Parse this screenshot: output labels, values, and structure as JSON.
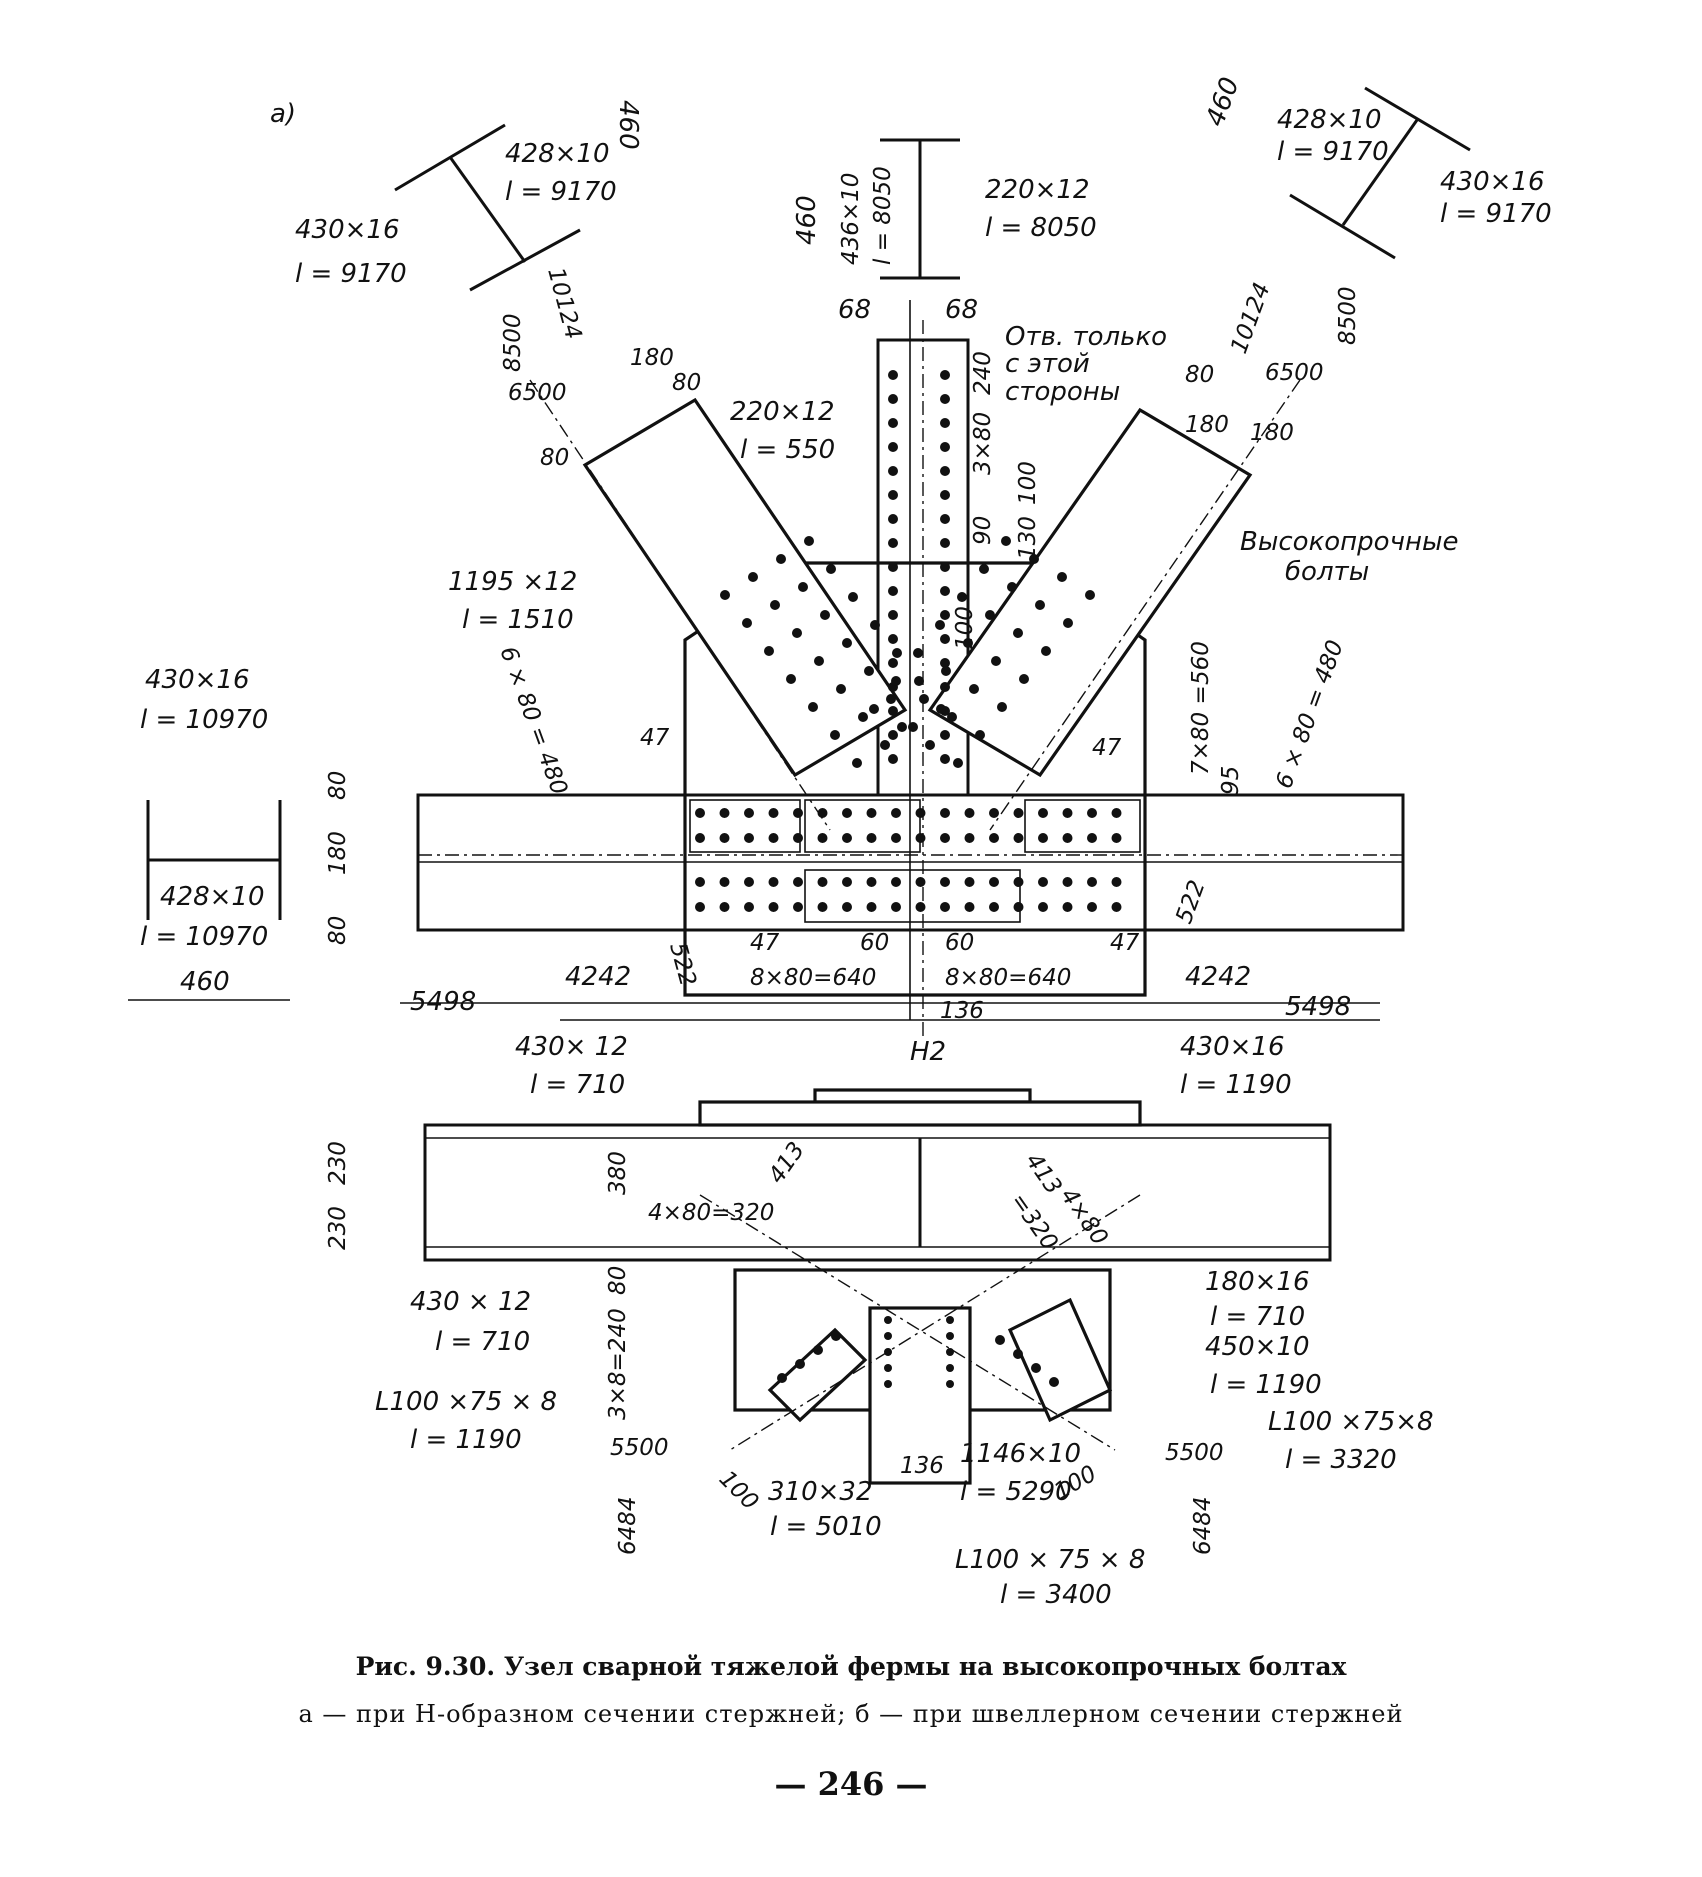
{
  "figure": {
    "panel_label": "а)",
    "caption_title": "Рис. 9.30. Узел сварной тяжелой фермы на высокопрочных болтах",
    "caption_sub": "а — при Н-образном сечении стержней; б — при швеллерном сечении стержней",
    "page_number": "— 246 —"
  },
  "labels": {
    "sec_left_dim": "460",
    "sec_left_web": "428×10",
    "sec_left_web_l": "l = 9170",
    "sec_left_flange": "430×16",
    "sec_left_flange_l": "l = 9170",
    "sec_left_10124": "10124",
    "sec_left_8500": "8500",
    "sec_left_6500": "6500",
    "sec_mid_460": "460",
    "sec_mid_web": "436×10",
    "sec_mid_web_l": "l = 8050",
    "sec_mid_flange": "220×12",
    "sec_mid_flange_l": "l = 8050",
    "sec_mid_68a": "68",
    "sec_mid_68b": "68",
    "sec_right_dim": "460",
    "sec_right_web": "428×10",
    "sec_right_web_l": "l = 9170",
    "sec_right_flange": "430×16",
    "sec_right_flange_l": "l = 9170",
    "sec_right_10124": "10124",
    "sec_right_8500": "8500",
    "sec_right_6500": "6500",
    "note_holes_1": "Отв. только",
    "note_holes_2": "с этой",
    "note_holes_3": "стороны",
    "note_hsb_1": "Высокопрочные",
    "note_hsb_2": "болты",
    "d_240": "240",
    "d_3x80": "3×80",
    "d_100a": "100",
    "d_130": "130",
    "d_90": "90",
    "d_100b": "100",
    "d_180l": "180",
    "d_80l": "80",
    "d_80l2": "80",
    "d_80r": "80",
    "d_180r": "180",
    "d_180r2": "180",
    "pl_220_12": "220×12",
    "pl_220_12_l": "l = 550",
    "pl_1195": "1195 ×12",
    "pl_1195_l": "l = 1510",
    "d_6x80_480l": "6 × 80 = 480",
    "d_6x80_480r": "6 × 80 = 480",
    "d_560": "560",
    "d_7x80": "7×80 =",
    "d_95": "95",
    "d_47a": "47",
    "d_47b": "47",
    "d_47c": "47",
    "d_47d": "47",
    "chord_sec_flange": "430×16",
    "chord_sec_flange_l": "l = 10970",
    "chord_sec_web": "428×10",
    "chord_sec_web_l": "l = 10970",
    "chord_sec_460": "460",
    "d_80c1": "80",
    "d_180c": "180",
    "d_80c2": "80",
    "d_522l": "522",
    "d_522r": "522",
    "d_60l": "60",
    "d_60r": "60",
    "d_8x80l": "8×80=640",
    "d_8x80r": "8×80=640",
    "d_4242l": "4242",
    "d_4242r": "4242",
    "d_5498l": "5498",
    "d_5498r": "5498",
    "d_136a": "136",
    "node_h2": "Н2",
    "b_430_12": "430× 12",
    "b_430_12_l": "l = 710",
    "b_430_16": "430×16",
    "b_430_16_l": "l = 1190",
    "b_230a": "230",
    "b_230b": "230",
    "b_380": "380",
    "b_413a": "413",
    "b_413b": "413",
    "b_4x80l": "4×80=320",
    "b_4x80r": "4×80",
    "b_320r": "=320",
    "b_430_12b": "430 × 12",
    "b_430_12b_l": "l = 710",
    "b_80": "80",
    "b_3x8_240": "3×8=240",
    "b_180_16": "180×16",
    "b_180_16_l": "l = 710",
    "b_450_10": "450×10",
    "b_450_10_l": "l = 1190",
    "b_L100l": "L100 ×75 × 8",
    "b_L100l_l": "l = 1190",
    "b_L100r": "L100 ×75×8",
    "b_L100r_l": "l = 3320",
    "b_L100m": "L100 × 75 × 8",
    "b_L100m_l": "l = 3400",
    "b_5500l": "5500",
    "b_5500r": "5500",
    "b_6484l": "6484",
    "b_6484r": "6484",
    "b_100l": "100",
    "b_100r": "100",
    "b_136": "136",
    "b_310_32": "310×32",
    "b_310_32_l": "l = 5010",
    "b_1146": "1146×10",
    "b_1146_l": "l = 5290"
  }
}
